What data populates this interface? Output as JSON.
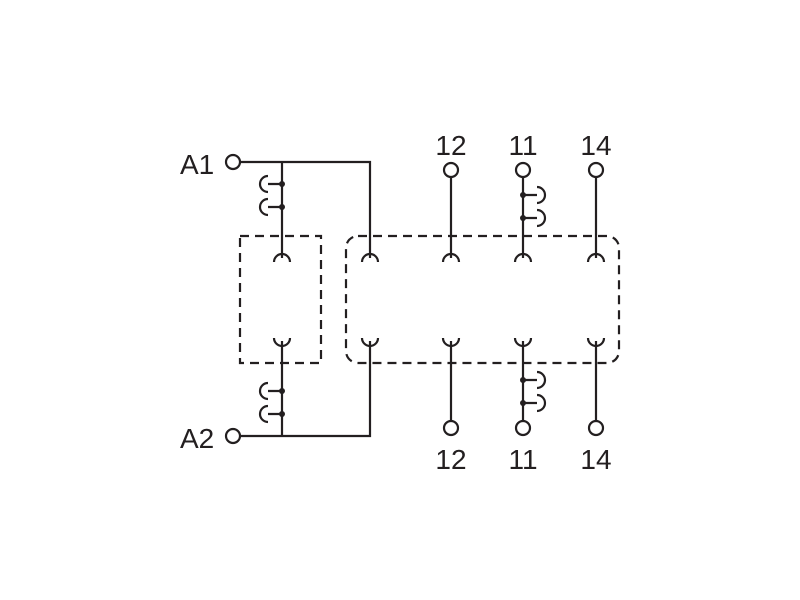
{
  "colors": {
    "line": "#231f20",
    "background": "#ffffff"
  },
  "coil_terminals": {
    "a1": "A1",
    "a2": "A2"
  },
  "top_contacts": {
    "c12": "12",
    "c11": "11",
    "c14": "14"
  },
  "bottom_contacts": {
    "c12": "12",
    "c11": "11",
    "c14": "14"
  }
}
